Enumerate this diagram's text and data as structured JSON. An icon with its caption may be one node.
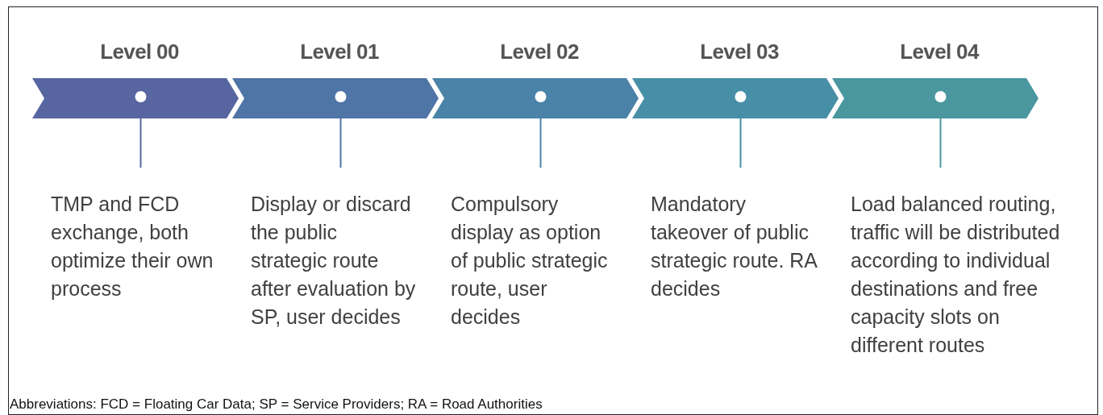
{
  "diagram": {
    "nodes": [
      {
        "text": [
          "Level 00"
        ]
      },
      {
        "text": [
          "Level 01"
        ]
      },
      {
        "text": [
          "Level 02"
        ]
      },
      {
        "text": [
          "Level 03"
        ]
      },
      {
        "text": [
          "Level 04"
        ]
      },
      {
        "text": [
          "TMP and FCD exchange, both optimize their own process"
        ]
      },
      {
        "text": [
          "Display or discard the public strategic route after evaluation by SP, user decides"
        ]
      },
      {
        "text": [
          "Compulsory display as option of public strategic route, user decides"
        ]
      },
      {
        "text": [
          "Mandatory takeover of public strategic route. RA decides"
        ]
      },
      {
        "text": [
          "Load balanced routing, traffic will be distributed according to individual destinations and free capacity slots on different routes"
        ]
      }
    ],
    "edges": [
      {
        "from": 0,
        "to": 5,
        "arrow": "none",
        "color": "#5765a0"
      },
      {
        "from": 1,
        "to": 6,
        "arrow": "none",
        "color": "#4f74a6"
      },
      {
        "from": 2,
        "to": 7,
        "arrow": "none",
        "color": "#4a82a8"
      },
      {
        "from": 3,
        "to": 8,
        "arrow": "none",
        "color": "#478fa6"
      },
      {
        "from": 4,
        "to": 9,
        "arrow": "none",
        "color": "#4a97a0"
      }
    ],
    "caption": "Abbreviations: FCD = Floating Car Data; SP = Service Providers; RA = Road Authorities"
  }
}
